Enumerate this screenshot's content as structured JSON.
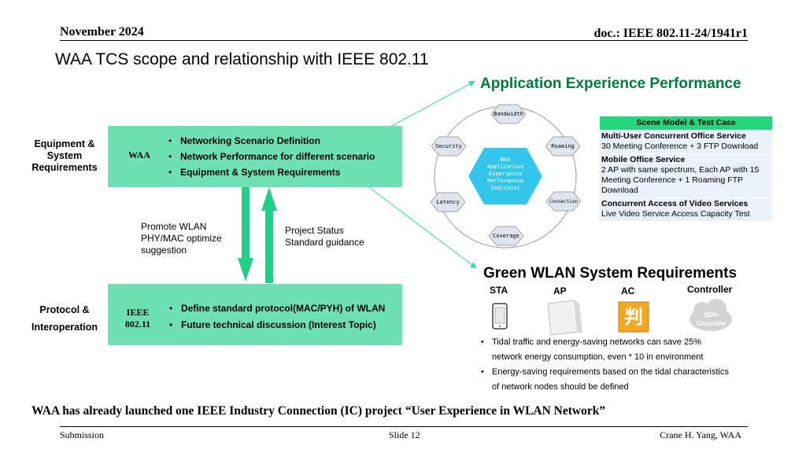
{
  "header": {
    "date": "November 2024",
    "doc": "doc.: IEEE 802.11-24/1941r1"
  },
  "title": "WAA TCS scope and relationship with IEEE 802.11",
  "top_box": {
    "side_label": [
      "Equipment &",
      "System",
      "Requirements"
    ],
    "tag": "WAA",
    "bullets": [
      "Networking Scenario Definition",
      "Network Performance for different scenario",
      "Equipment & System Requirements"
    ]
  },
  "bottom_box": {
    "side_label": [
      "Protocol &",
      "Interoperation"
    ],
    "tag": [
      "IEEE",
      "802.11"
    ],
    "bullets": [
      "Define standard protocol(MAC/PYH) of WLAN",
      "Future technical discussion (Interest Topic)"
    ]
  },
  "arrow_labels": {
    "down": [
      "Promote WLAN",
      "PHY/MAC optimize",
      "suggestion"
    ],
    "up": [
      "Project Status",
      "Standard guidance"
    ]
  },
  "app_exp": {
    "title": "Application Experience Performance",
    "center": [
      "WAA",
      "Application",
      "Experience",
      "Performance",
      "Indicator"
    ],
    "nodes": [
      "Bandwidth",
      "Roaming",
      "Connection",
      "Coverage",
      "Latency",
      "Security"
    ]
  },
  "scene_table": {
    "header": "Scene Model & Test Case",
    "rows": [
      {
        "title": "Multi-User Concurrent Office Service",
        "text": "30 Meeting Conference + 3 FTP Download"
      },
      {
        "title": "Mobile Office Service",
        "text": "2 AP with same spectrum, Each AP with 15 Meeting Conference + 1 Roaming FTP Download"
      },
      {
        "title": "Concurrent Access of  Video Services",
        "text": "Live Video Service Access Capacity Test"
      }
    ]
  },
  "green_wlan": {
    "title": "Green WLAN System Requirements",
    "devices": [
      "STA",
      "AP",
      "AC",
      "Controller"
    ],
    "cloud_label": [
      "SDN-",
      "Controller"
    ],
    "ac_glyph": "判",
    "bullets": [
      [
        "Tidal traffic and energy-saving networks can save 25%",
        "network energy consumption, even * 10 in environment"
      ],
      [
        "Energy-saving requirements based on the tidal characteristics",
        "of network nodes should be defined"
      ]
    ]
  },
  "bottom_note": "WAA has already launched one IEEE Industry Connection (IC) project “User Experience in WLAN Network”",
  "footer": {
    "left": "Submission",
    "center": "Slide 12",
    "right": "Crane H. Yang, WAA"
  },
  "colors": {
    "box": "#6fe0b4",
    "arrow": "#22cf88",
    "connector": "#3dd6a4",
    "title_green": "#007a3d",
    "table_header": "#27d67c"
  }
}
